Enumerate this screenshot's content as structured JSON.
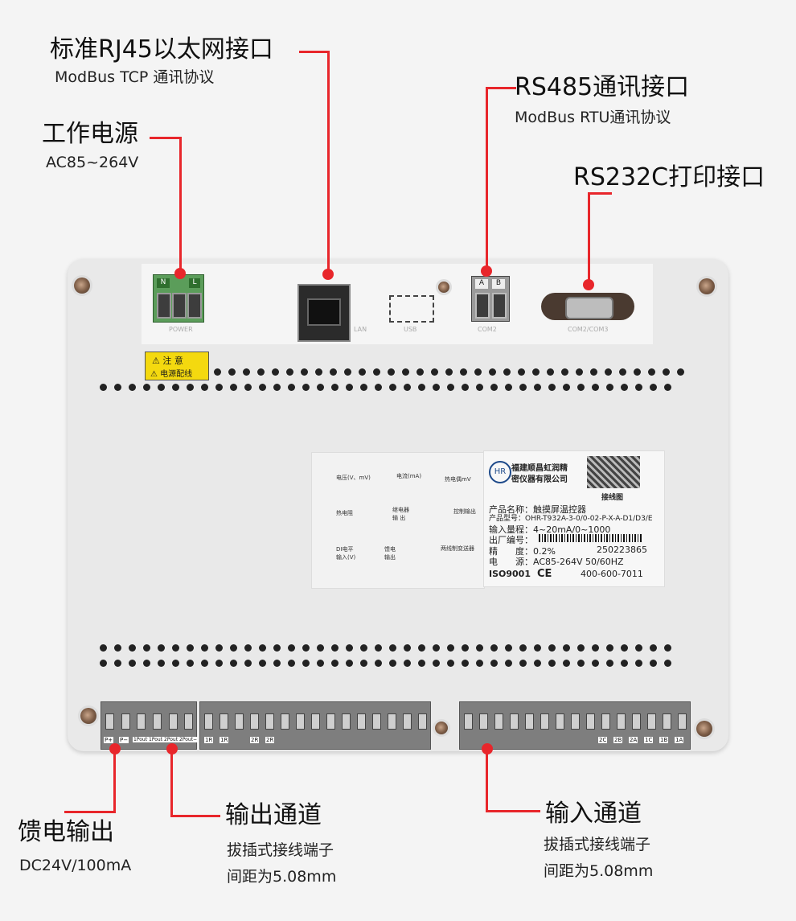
{
  "callouts": {
    "rj45": {
      "title": "标准RJ45以太网接口",
      "sub": "ModBus TCP 通讯协议"
    },
    "power": {
      "title": "工作电源",
      "sub": "AC85~264V"
    },
    "rs485": {
      "title": "RS485通讯接口",
      "sub": "ModBus RTU通讯协议"
    },
    "rs232": {
      "title": "RS232C打印接口"
    },
    "feed": {
      "title": "馈电输出",
      "sub": "DC24V/100mA"
    },
    "output": {
      "title": "输出通道",
      "sub1": "拔插式接线端子",
      "sub2": "间距为5.08mm"
    },
    "input": {
      "title": "输入通道",
      "sub1": "拔插式接线端子",
      "sub2": "间距为5.08mm"
    }
  },
  "device": {
    "power_terminals": [
      "N",
      "",
      "L"
    ],
    "power_caption": "POWER",
    "lan_caption": "LAN",
    "usb_caption": "USB",
    "com2_terminals": [
      "A",
      "B"
    ],
    "com2_caption": "COM2",
    "db9_caption": "COM2/COM3",
    "warning": {
      "line1": "⚠ 注 意",
      "line2": "⚠ 电源配线"
    },
    "label_left": {
      "items": [
        "电压(V、mV)",
        "电流(mA)",
        "热电偶mV",
        "热电阻",
        "继电器 输 出",
        "控制输出",
        "DI电平 输入(V)",
        "馈电 输出",
        "两线制变送器"
      ]
    },
    "label_right": {
      "company1": "福建顺昌虹润精",
      "company2": "密仪器有限公司",
      "wiring": "接线图",
      "rows": [
        "产品名称：触摸屏温控器",
        "产品型号：OHR-T932A-3-0/0-02-P-X-A-D1/D3/E",
        "输入量程：4~20mA/0~1000",
        "出厂编号：",
        "精　　度：0.2%",
        "电　　源：AC85-264V  50/60HZ"
      ],
      "serial": "250223865",
      "iso": "ISO9001",
      "ce": "CE",
      "phone": "400-600-7011"
    },
    "bottom_left_labels": [
      "P+",
      "P−",
      "1Pout+",
      "1Pout−",
      "2Pout+",
      "2Pout−"
    ],
    "bottom_mid_labels": [
      "1R",
      "1R",
      "2R",
      "2R"
    ],
    "bottom_right_labels": [
      "2C",
      "2B",
      "2A",
      "1C",
      "1B",
      "1A"
    ]
  }
}
